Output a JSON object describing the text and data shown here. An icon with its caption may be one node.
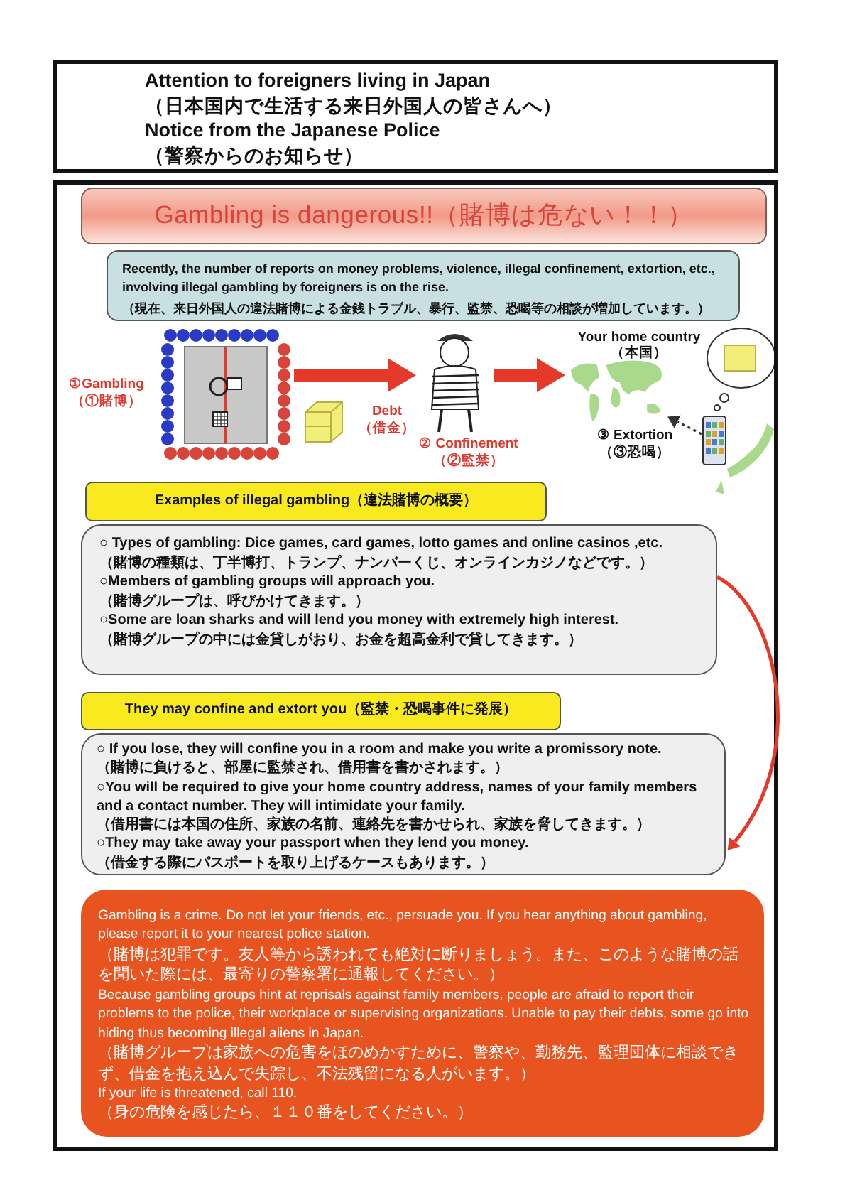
{
  "diagram": {
    "nodes": [
      {
        "text": [
          "Attention to foreigners living in Japan",
          "（日本国内で生活する来日外国人の皆さんへ）",
          "Notice from the Japanese Police",
          "（警察からのお知らせ）"
        ]
      },
      {
        "text": [],
        "shape": "box"
      },
      {
        "text": [
          "Gambling is dangerous!!（賭博は危ない！！）"
        ],
        "in": 1
      },
      {
        "text": [
          "Recently, the number of reports on money problems, violence, illegal confinement, extortion, etc., involving illegal gambling by foreigners is on the rise.",
          "（現在、来日外国人の違法賭博による金銭トラブル、暴行、監禁、恐喝等の相談が増加しています。）"
        ],
        "in": 1
      },
      {
        "text": [],
        "shape": "picture",
        "in": 1,
        "beside": [
          "①Gambling",
          "（①賭博）"
        ]
      },
      {
        "text": [],
        "shape": "picture",
        "in": 1,
        "beside": [
          "Debt",
          "（借金）"
        ]
      },
      {
        "text": [],
        "shape": "picture",
        "in": 1,
        "beside": [
          "② Confinement",
          "（②監禁）"
        ]
      },
      {
        "text": [],
        "shape": "picture",
        "in": 1,
        "beside": [
          "Your home country",
          "（本国）",
          "③ Extortion",
          "（③恐喝）"
        ]
      },
      {
        "text": [],
        "shape": "picture",
        "in": 1
      },
      {
        "text": [
          "Examples of illegal gambling（違法賭博の概要）"
        ],
        "in": 1
      },
      {
        "text": [
          "○ Types of gambling: Dice games, card games, lotto games and online casinos ,etc.",
          "（賭博の種類は、丁半博打、トランプ、ナンバーくじ、オンラインカジノなどです。）",
          "○Members of gambling groups will approach you.",
          "（賭博グループは、呼びかけてきます。）",
          "○Some are loan sharks and will lend you money with extremely high interest.",
          "（賭博グループの中には金貸しがおり、お金を超高金利で貸してきます。）"
        ],
        "in": 1
      },
      {
        "text": [
          "They may confine and extort you（監禁・恐喝事件に発展）"
        ],
        "in": 1
      },
      {
        "text": [
          "○ If you lose, they will confine you in a room and make you write a promissory note.",
          "（賭博に負けると、部屋に監禁され、借用書を書かされます。）",
          "○You will be required to give your home country address, names of your family members and a contact number. They will intimidate your family.",
          "（借用書には本国の住所、家族の名前、連絡先を書かせられ、家族を脅してきます。）",
          "○They may take away your passport when they lend you money.",
          "（借金する際にパスポートを取り上げるケースもあります。）"
        ],
        "in": 1
      },
      {
        "text": [
          "Gambling is a crime. Do not let your friends, etc., persuade you. If you hear anything about gambling, please report it to your nearest police station.",
          "（賭博は犯罪です。友人等から誘われても絶対に断りましょう。また、このような賭博の話を聞いた際には、最寄りの警察署に通報してください。）",
          "Because gambling groups hint at reprisals against family members, people are afraid to report their problems to the police, their workplace or supervising organizations. Unable to pay their debts, some go into hiding thus becoming illegal aliens in Japan.",
          "（賭博グループは家族への危害をほのめかすために、警察や、勤務先、監理団体に相談できず、借金を抱え込んで失踪し、不法残留になる人がいます。）",
          "If your life is threatened, call 110.",
          "（身の危険を感じたら、１１０番をしてください。）"
        ],
        "in": 1
      }
    ],
    "edges": [
      {
        "from": 4,
        "to": 6,
        "arrow": "to",
        "style": "thick"
      },
      {
        "from": 6,
        "to": 7,
        "arrow": "to",
        "style": "thick"
      },
      {
        "from": 8,
        "to": 7,
        "arrow": "to",
        "style": "dashed",
        "color": "#333333"
      },
      {
        "from": 10,
        "to": 12,
        "arrow": "to"
      }
    ]
  }
}
